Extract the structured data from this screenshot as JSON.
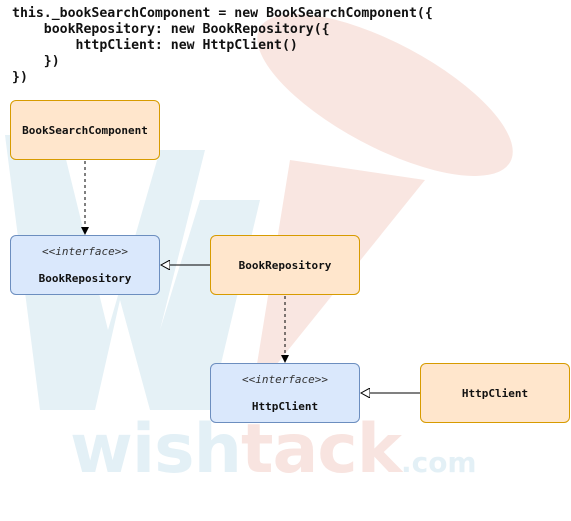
{
  "code_lines": [
    "this._bookSearchComponent = new BookSearchComponent({",
    "    bookRepository: new BookRepository({",
    "        httpClient: new HttpClient()",
    "    })",
    "})"
  ],
  "watermark": {
    "part1": "wish",
    "part2": "tack",
    "part3": ".com",
    "color_blue": "#e3f0f6",
    "color_red": "#f8e4e0"
  },
  "nodes": {
    "book_search_component": {
      "name": "BookSearchComponent",
      "kind": "class"
    },
    "book_repository_interface": {
      "stereotype": "<<interface>>",
      "name": "BookRepository",
      "kind": "interface"
    },
    "book_repository": {
      "name": "BookRepository",
      "kind": "class"
    },
    "http_client_interface": {
      "stereotype": "<<interface>>",
      "name": "HttpClient",
      "kind": "interface"
    },
    "http_client": {
      "name": "HttpClient",
      "kind": "class"
    }
  },
  "edges": [
    {
      "from": "book_search_component",
      "to": "book_repository_interface",
      "style": "dashed",
      "arrow": "filled"
    },
    {
      "from": "book_repository",
      "to": "book_repository_interface",
      "style": "solid",
      "arrow": "hollow-triangle"
    },
    {
      "from": "book_repository",
      "to": "http_client_interface",
      "style": "dashed",
      "arrow": "filled"
    },
    {
      "from": "http_client",
      "to": "http_client_interface",
      "style": "solid",
      "arrow": "hollow-triangle"
    }
  ],
  "colors": {
    "class_fill": "#ffe6cc",
    "class_stroke": "#d79b00",
    "interface_fill": "#dae8fc",
    "interface_stroke": "#6c8ebf"
  }
}
